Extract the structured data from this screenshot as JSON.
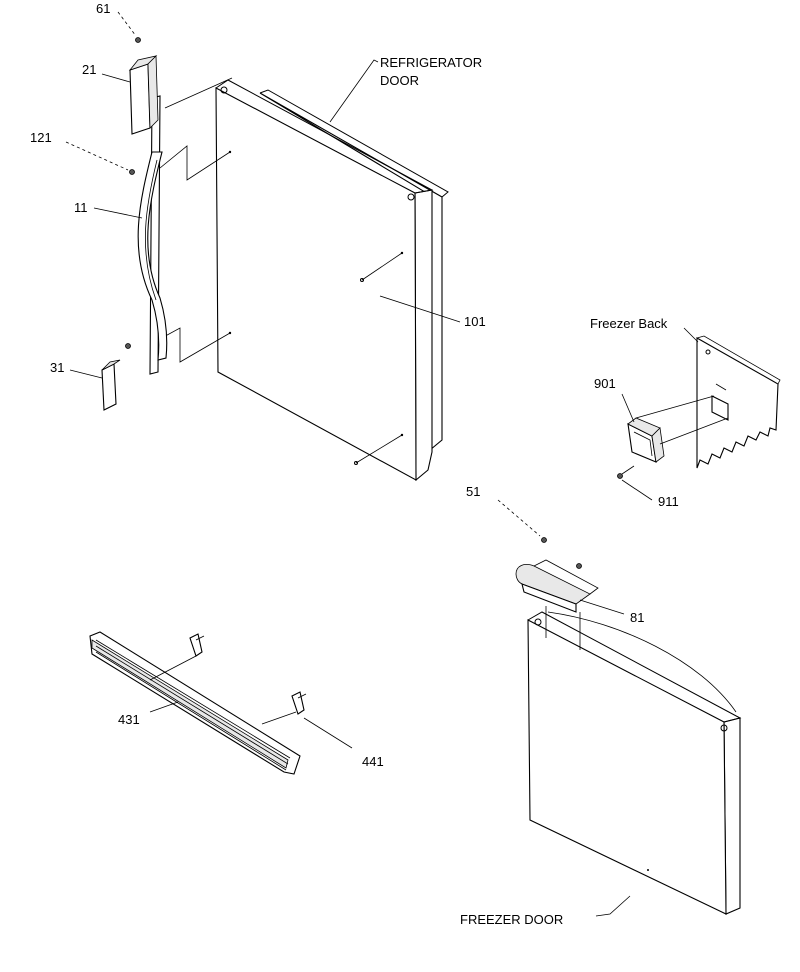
{
  "labels": {
    "p61": "61",
    "p21": "21",
    "p121": "121",
    "p11": "11",
    "p31": "31",
    "p101": "101",
    "refrigerator_door_line1": "REFRIGERATOR",
    "refrigerator_door_line2": "DOOR",
    "freezer_back": "Freezer Back",
    "p901": "901",
    "p911": "911",
    "p51": "51",
    "p81": "81",
    "p431": "431",
    "p441": "441",
    "freezer_door": "FREEZER DOOR"
  }
}
